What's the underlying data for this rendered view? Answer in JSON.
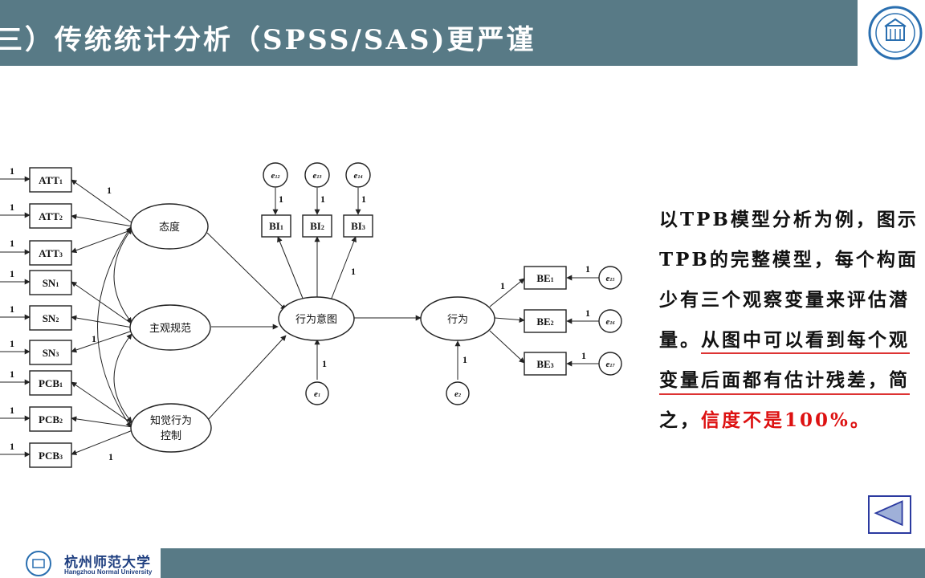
{
  "slide": {
    "title": "三）传统统计分析（SPSS/SAS)更严谨",
    "university_name_cn": "杭州师范大学",
    "university_name_en": "Hangzhou Normal University",
    "back_button_icon": "triangle-left-icon"
  },
  "diagram": {
    "observed": {
      "att1": "ATT",
      "att1_sub": "1",
      "att2": "ATT",
      "att2_sub": "2",
      "att3": "ATT",
      "att3_sub": "3",
      "sn1": "SN",
      "sn1_sub": "1",
      "sn2": "SN",
      "sn2_sub": "2",
      "sn3": "SN",
      "sn3_sub": "3",
      "pcb1": "PCB",
      "pcb1_sub": "1",
      "pcb2": "PCB",
      "pcb2_sub": "2",
      "pcb3": "PCB",
      "pcb3_sub": "3",
      "bi1": "BI",
      "bi1_sub": "1",
      "bi2": "BI",
      "bi2_sub": "2",
      "bi3": "BI",
      "bi3_sub": "3",
      "be1": "BE",
      "be1_sub": "1",
      "be2": "BE",
      "be2_sub": "2",
      "be3": "BE",
      "be3_sub": "3"
    },
    "latent": {
      "attitude": "态度",
      "subjective_norm": "主观规范",
      "pbc_line1": "知觉行为",
      "pbc_line2": "控制",
      "intention": "行为意图",
      "behavior": "行为"
    },
    "errors": {
      "e12": "e",
      "e12_sub": "12",
      "e13": "e",
      "e13_sub": "13",
      "e14": "e",
      "e14_sub": "14",
      "e15": "e",
      "e15_sub": "15",
      "e16": "e",
      "e16_sub": "16",
      "e17": "e",
      "e17_sub": "17",
      "e1": "e",
      "e1_sub": "1",
      "e2": "e",
      "e2_sub": "2"
    },
    "fixed_loading": "1"
  },
  "text": {
    "line1": "以TPB模型分析为例，图示",
    "line2": "TPB的完整模型，每个构面",
    "line3": "少有三个观察变量来评估潜",
    "line4_a": "量。",
    "line4_b": "从图中可以看到每个观",
    "line5": "变量后面都有估计残差，简",
    "line6_a": "之，",
    "line6_b": "信度不是100%。"
  }
}
